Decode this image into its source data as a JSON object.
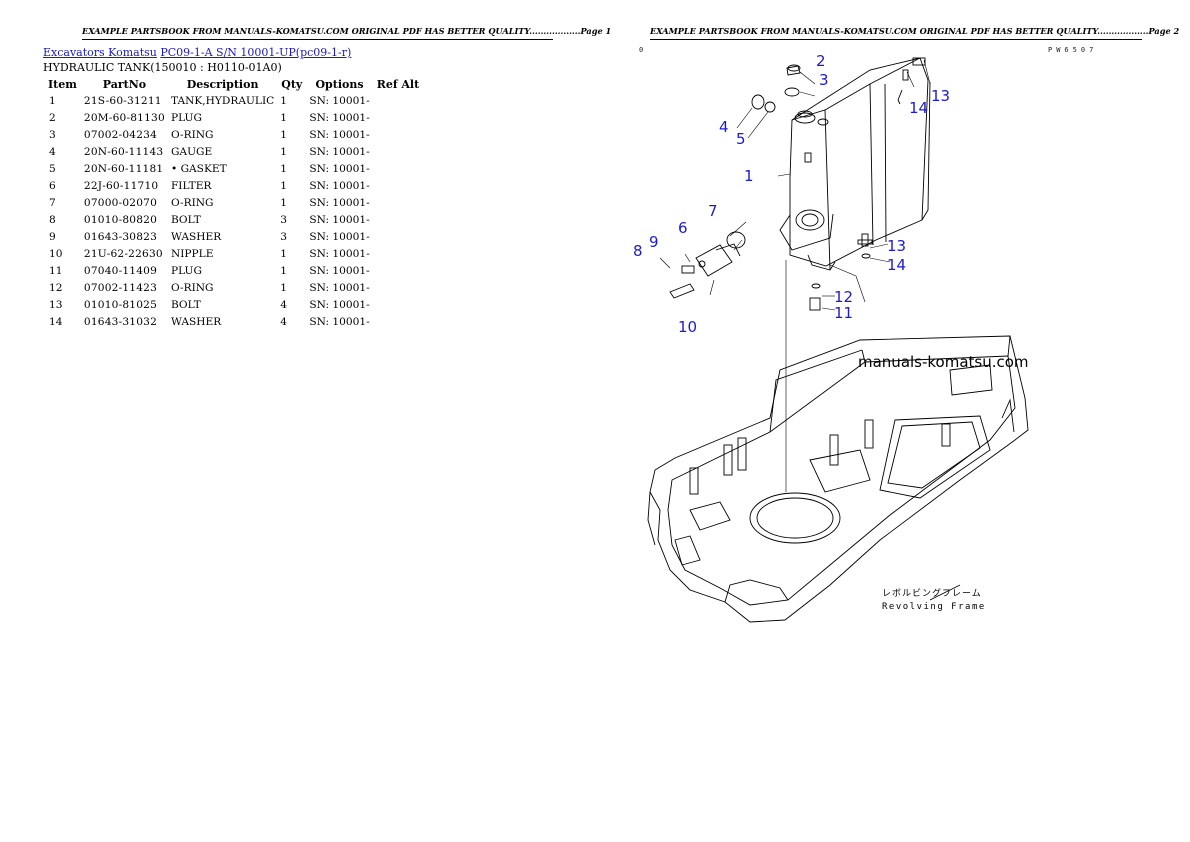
{
  "page1": {
    "banner": "EXAMPLE PARTSBOOK FROM MANUALS-KOMATSU.COM ORIGINAL PDF HAS BETTER QUALITY..................Page 1",
    "breadcrumb": {
      "category_link": "Excavators Komatsu",
      "model_link": "PC09-1-A S/N 10001-UP(pc09-1-r)"
    },
    "section_title": "HYDRAULIC TANK(150010 : H0110-01A0)",
    "table": {
      "headers": [
        "Item",
        "PartNo",
        "Description",
        "Qty",
        "Options",
        "Ref Alt"
      ],
      "rows": [
        {
          "item": "1",
          "part": "21S-60-31211",
          "desc": "TANK,HYDRAULIC",
          "qty": "1",
          "opt": "SN: 10001-"
        },
        {
          "item": "2",
          "part": "20M-60-81130",
          "desc": "PLUG",
          "qty": "1",
          "opt": "SN: 10001-"
        },
        {
          "item": "3",
          "part": "07002-04234",
          "desc": "O-RING",
          "qty": "1",
          "opt": "SN: 10001-"
        },
        {
          "item": "4",
          "part": "20N-60-11143",
          "desc": "GAUGE",
          "qty": "1",
          "opt": "SN: 10001-"
        },
        {
          "item": "5",
          "part": "20N-60-11181",
          "desc": "• GASKET",
          "qty": "1",
          "opt": "SN: 10001-"
        },
        {
          "item": "6",
          "part": "22J-60-11710",
          "desc": "FILTER",
          "qty": "1",
          "opt": "SN: 10001-"
        },
        {
          "item": "7",
          "part": "07000-02070",
          "desc": "O-RING",
          "qty": "1",
          "opt": "SN: 10001-"
        },
        {
          "item": "8",
          "part": "01010-80820",
          "desc": "BOLT",
          "qty": "3",
          "opt": "SN: 10001-"
        },
        {
          "item": "9",
          "part": "01643-30823",
          "desc": "WASHER",
          "qty": "3",
          "opt": "SN: 10001-"
        },
        {
          "item": "10",
          "part": "21U-62-22630",
          "desc": "NIPPLE",
          "qty": "1",
          "opt": "SN: 10001-"
        },
        {
          "item": "11",
          "part": "07040-11409",
          "desc": "PLUG",
          "qty": "1",
          "opt": "SN: 10001-"
        },
        {
          "item": "12",
          "part": "07002-11423",
          "desc": "O-RING",
          "qty": "1",
          "opt": "SN: 10001-"
        },
        {
          "item": "13",
          "part": "01010-81025",
          "desc": "BOLT",
          "qty": "4",
          "opt": "SN: 10001-"
        },
        {
          "item": "14",
          "part": "01643-31032",
          "desc": "WASHER",
          "qty": "4",
          "opt": "SN: 10001-"
        }
      ]
    }
  },
  "page2": {
    "banner": "EXAMPLE PARTSBOOK FROM MANUALS-KOMATSU.COM ORIGINAL PDF HAS BETTER QUALITY..................Page 2",
    "page_mark_left": "0",
    "page_code": "PW6507",
    "diagram": {
      "watermark": "manuals-komatsu.com",
      "frame_label_jp": "レボルビングフレーム",
      "frame_label_en": "Revolving Frame",
      "callouts": [
        "1",
        "2",
        "3",
        "4",
        "5",
        "6",
        "7",
        "8",
        "9",
        "10",
        "11",
        "12",
        "13",
        "14",
        "13",
        "14"
      ],
      "callout_color": "#1a1ad6"
    }
  }
}
